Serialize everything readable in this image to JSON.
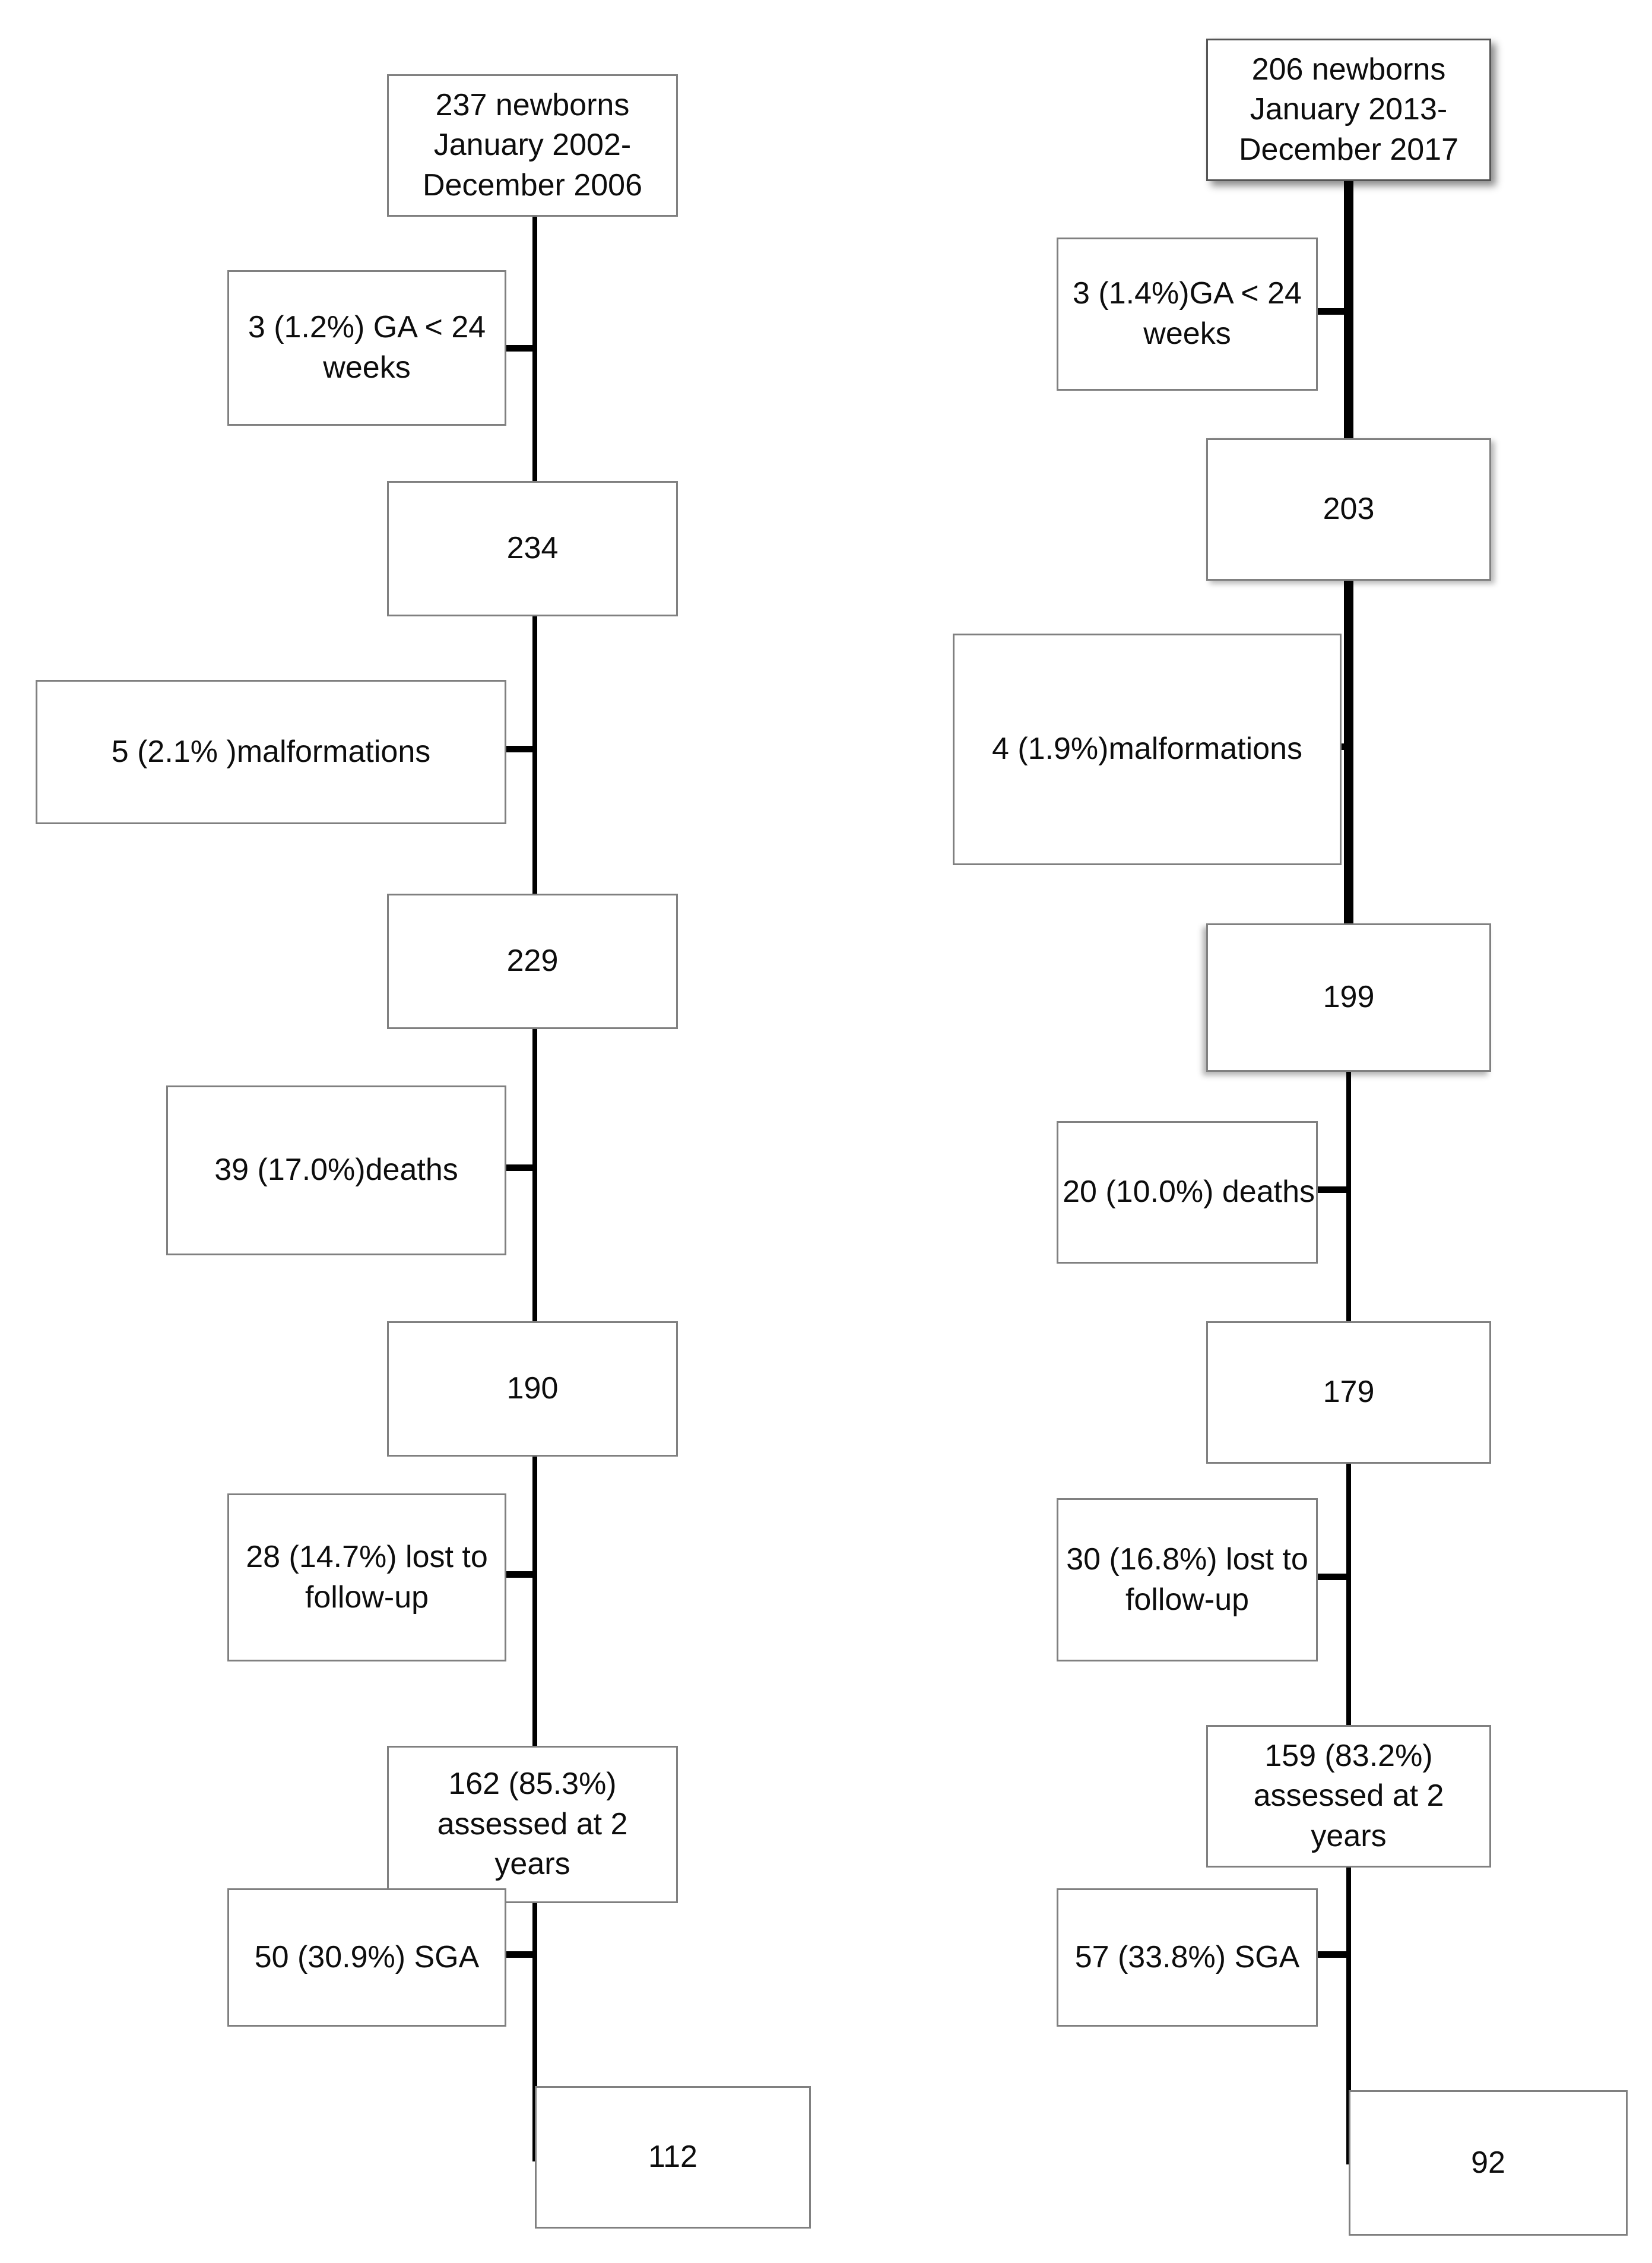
{
  "figure": {
    "kind": "patient-flow-diagram",
    "background_color": "#ffffff",
    "box_border_color": "#808080",
    "connector_color": "#000000",
    "text_color": "#0d0d0d"
  },
  "flowchart": {
    "columns": [
      {
        "id": "cohort-2002-2006",
        "boxes": {
          "top": "237 newborns January 2002- December 2006",
          "excl_ga": "3 (1.2%) GA < 24 weeks",
          "n_after_ga": "234",
          "excl_malformations": "5 (2.1% )malformations",
          "n_after_malformations": "229",
          "excl_deaths": "39 (17.0%)deaths",
          "n_after_deaths": "190",
          "excl_lost": "28 (14.7%) lost to follow-up",
          "assessed": "162 (85.3%) assessed at 2 years",
          "sga": "50  (30.9%) SGA",
          "final": "112"
        }
      },
      {
        "id": "cohort-2013-2017",
        "boxes": {
          "top": "206 newborns January 2013- December 2017",
          "excl_ga": "3 (1.4%)GA < 24 weeks",
          "n_after_ga": "203",
          "excl_malformations": "4 (1.9%)malformations",
          "n_after_malformations": "199",
          "excl_deaths": "20 (10.0%) deaths",
          "n_after_deaths": "179",
          "excl_lost": "30 (16.8%) lost to follow-up",
          "assessed": "159 (83.2%) assessed at 2 years",
          "sga": "57 (33.8%) SGA",
          "final": "92"
        }
      }
    ]
  }
}
